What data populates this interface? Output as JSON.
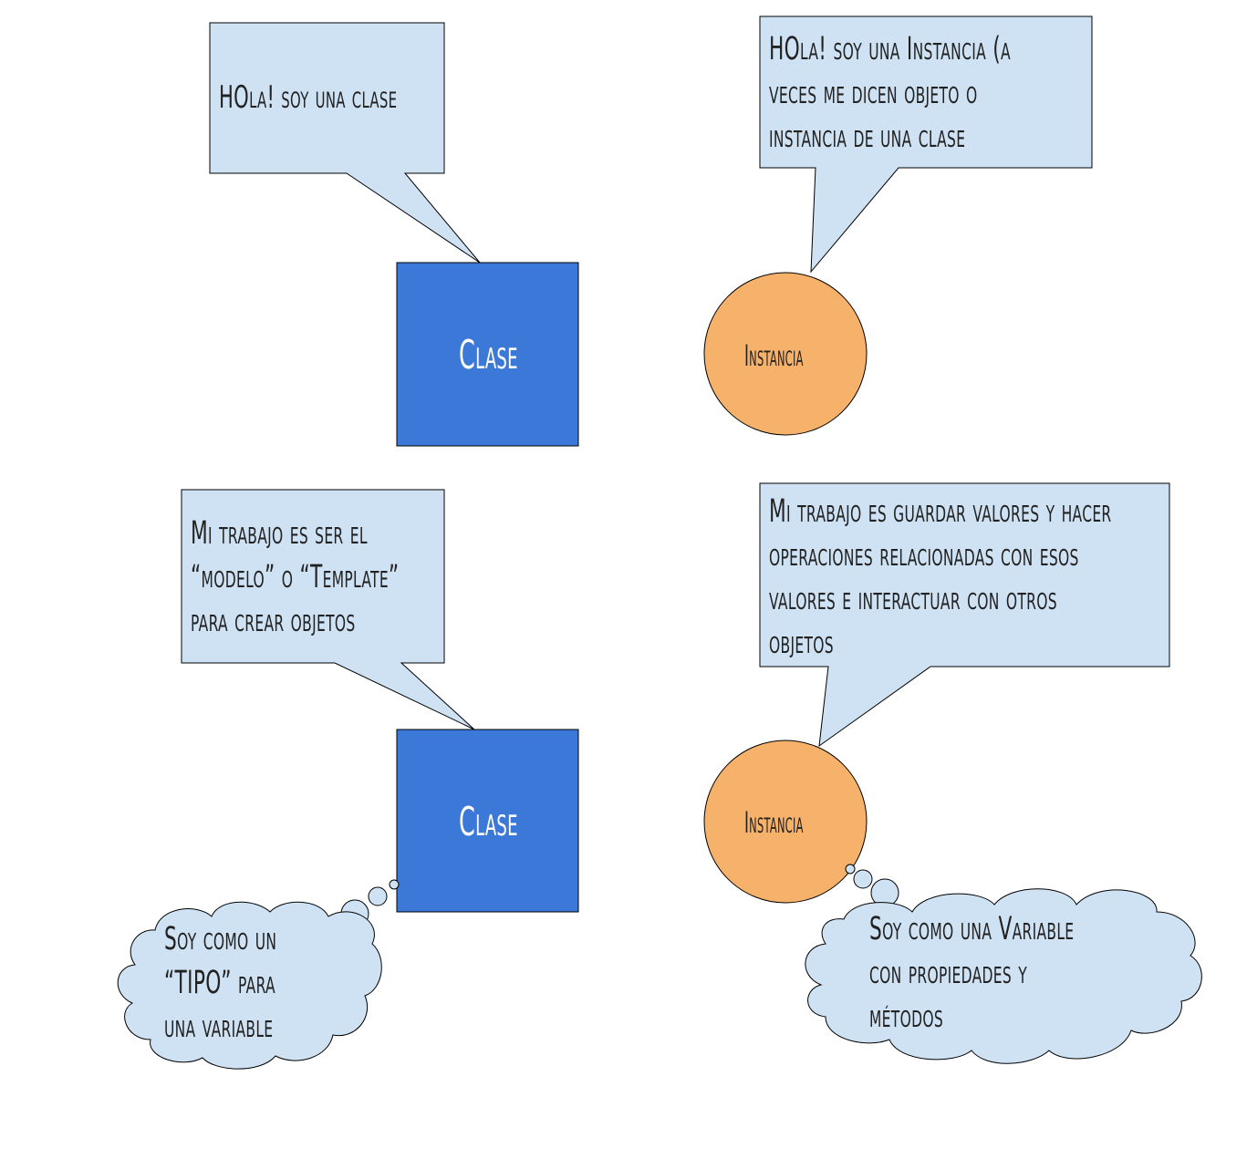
{
  "colors": {
    "bubble_fill": "#cfe2f3",
    "class_fill": "#3c78d8",
    "instance_fill": "#f6b26b",
    "outline": "#000000"
  },
  "top": {
    "class_speech": [
      "HOla! soy una clase"
    ],
    "instance_speech": [
      "HOla! soy una Instancia (a",
      "veces me dicen objeto o",
      "instancia de una clase"
    ],
    "class_label": "Clase",
    "instance_label": "Instancia"
  },
  "bottom": {
    "class_speech": [
      "Mi trabajo es ser el",
      "“modelo” o “Template”",
      "para crear objetos"
    ],
    "instance_speech": [
      "Mi trabajo es guardar valores y hacer",
      "operaciones relacionadas con esos",
      "valores e interactuar con otros",
      "objetos"
    ],
    "class_label": "Clase",
    "instance_label": "Instancia",
    "class_thought": [
      "Soy como un",
      "“TIPO” para",
      "una variable"
    ],
    "instance_thought": [
      "Soy como una Variable",
      "con propiedades y",
      "métodos"
    ]
  }
}
